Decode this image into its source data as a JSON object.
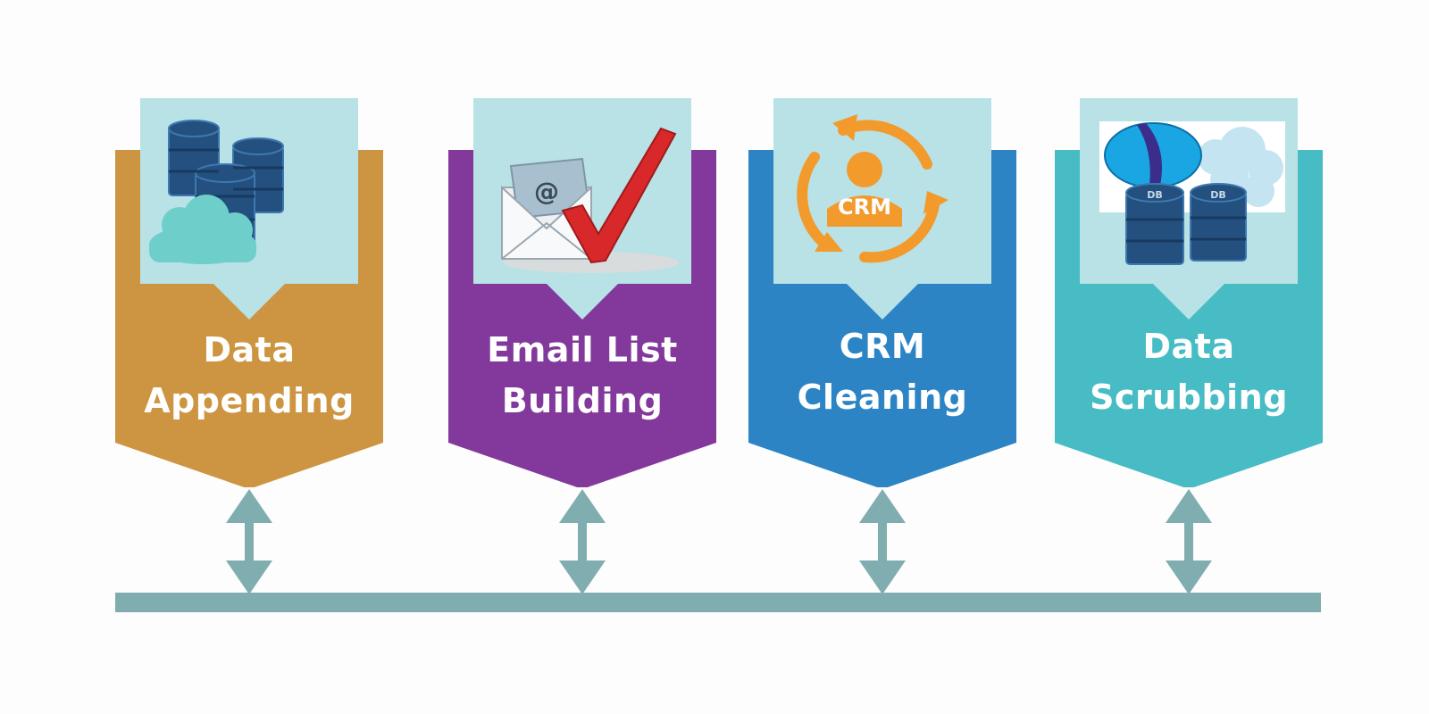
{
  "steps": [
    {
      "line1": "Data",
      "line2": "Appending",
      "color": "#cd9541",
      "icon": "database-cloud-icon"
    },
    {
      "line1": "Email List",
      "line2": "Building",
      "color": "#82399b",
      "icon": "email-checkmark-icon"
    },
    {
      "line1": "CRM",
      "line2": "Cleaning",
      "color": "#2c84c4",
      "icon": "crm-cycle-icon",
      "icon_text": "CRM"
    },
    {
      "line1": "Data",
      "line2": "Scrubbing",
      "color": "#48bcc4",
      "icon": "db-scrub-icon",
      "icon_text_1": "DB",
      "icon_text_2": "DB"
    }
  ],
  "colors": {
    "icon_panel": "#b8e2e5",
    "connector": "#80aeb0",
    "background": "#fdfdfd"
  }
}
